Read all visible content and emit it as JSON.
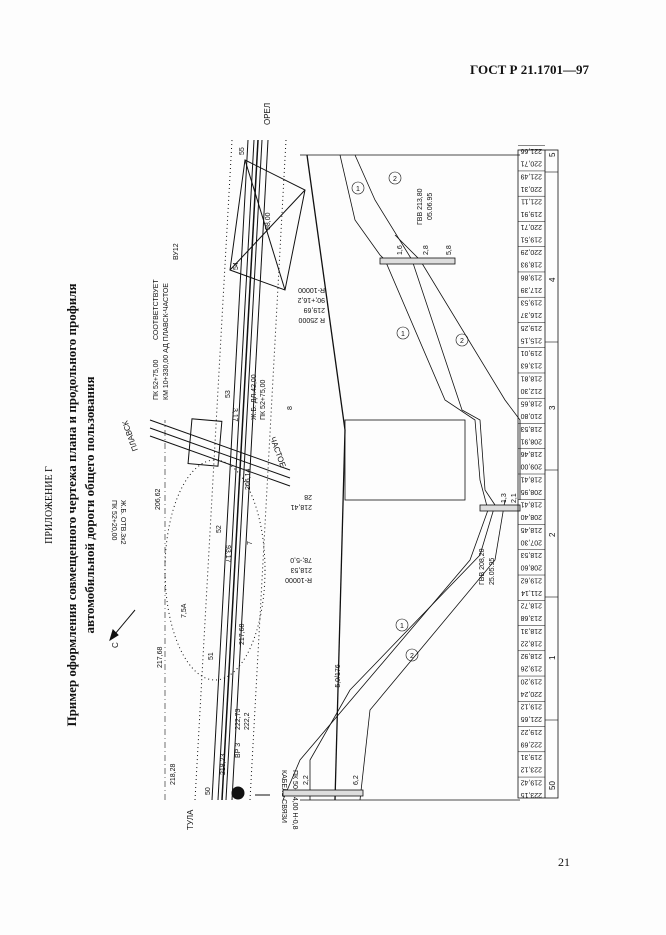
{
  "header": {
    "standard": "ГОСТ Р 21.1701—97",
    "page_number": "21"
  },
  "title": {
    "appendix": "ПРИЛОЖЕНИЕ Г",
    "line1": "Пример оформления совмещенного чертежа плана и продольного профиля",
    "line2": "автомобильной дороги общего пользования"
  },
  "plan": {
    "north": "С",
    "towns": {
      "start": "ТУЛА",
      "end": "ОРЕЛ",
      "cross_left": "ПЛАВСК",
      "cross_right": "ЧАСТОЕ"
    },
    "labels": {
      "pk1": "ПК 52+75,00",
      "match": "СООТВЕТСТВУЕТ",
      "km": "КМ 10+330,00 АД  ПЛАВСК-ЧАСТОЕ",
      "vu": "ВУ12",
      "dim98": "98,00",
      "bridge1": "Ж.Б. ДЛ.42,00",
      "bridge2": "ПК 52+75,00",
      "n8": "8",
      "e206_14": "206,14",
      "e206_62": "206,62",
      "pipe1": "ПК 52+20,00",
      "pipe2": "Ж.Б. ОТВ.3х2",
      "n7": "7",
      "d93": "93,17",
      "d31": "3,17",
      "e217_68a": "217,68",
      "e217_68b": "217,68",
      "n75": "7,5А",
      "e222_73": "222,73",
      "e222_2": "222,2",
      "vr3": "ВР 3",
      "e218_23": "218,23",
      "e218_28": "218,28",
      "cable": "КАБЕЛЬ СВЯЗИ",
      "pk50": "ПК 50+14,00 Н-0,8",
      "km50": "50",
      "km51": "51",
      "km52": "52",
      "km53": "53",
      "km54": "54",
      "km55": "55"
    }
  },
  "profile": {
    "labels": {
      "vc1a": "R-10000",
      "vc1b": "90;+16,2",
      "vc1c": "219,69",
      "vc1d": "R 25000",
      "vc2a": "78;-5,0",
      "vc2b": "218,53",
      "vc2c": "R-10000",
      "c28": "28",
      "c2184": "218,41",
      "slope": "-5,0/176",
      "gw1a": "ГВВ 213,80",
      "gw1b": "05.06.95",
      "gw2a": "ГВВ 208,20",
      "gw2b": "25.05.95",
      "d16": "1,6",
      "d28": "2,8",
      "d58": "5,8",
      "d13": "1,3",
      "d21": "2,1",
      "d22": "2,2",
      "d62": "6,2",
      "layer1": "1",
      "layer2": "2"
    },
    "elevations": [
      "223,15",
      "219,42",
      "223,12",
      "219,31",
      "222,69",
      "219,22",
      "221,65",
      "219,12",
      "220,24",
      "219,20",
      "219,26",
      "218,92",
      "218,22",
      "218,31",
      "213,68",
      "218,72",
      "211,14",
      "219,62",
      "208,60",
      "218,53",
      "207,30",
      "218,45",
      "208,40",
      "218,41",
      "208,95",
      "218,41",
      "209,00",
      "218,46",
      "208,91",
      "218,53",
      "210,80",
      "218,65",
      "212,30",
      "218,81",
      "213,63",
      "219,01",
      "215,15",
      "219,25",
      "216,37",
      "219,53",
      "217,39",
      "219,86",
      "218,93",
      "220,29",
      "219,51",
      "220,71",
      "219,91",
      "221,11",
      "220,31",
      "221,49",
      "220,71",
      "221,66"
    ],
    "km_marks": [
      "50",
      "1",
      "2",
      "3",
      "4",
      "5"
    ]
  }
}
